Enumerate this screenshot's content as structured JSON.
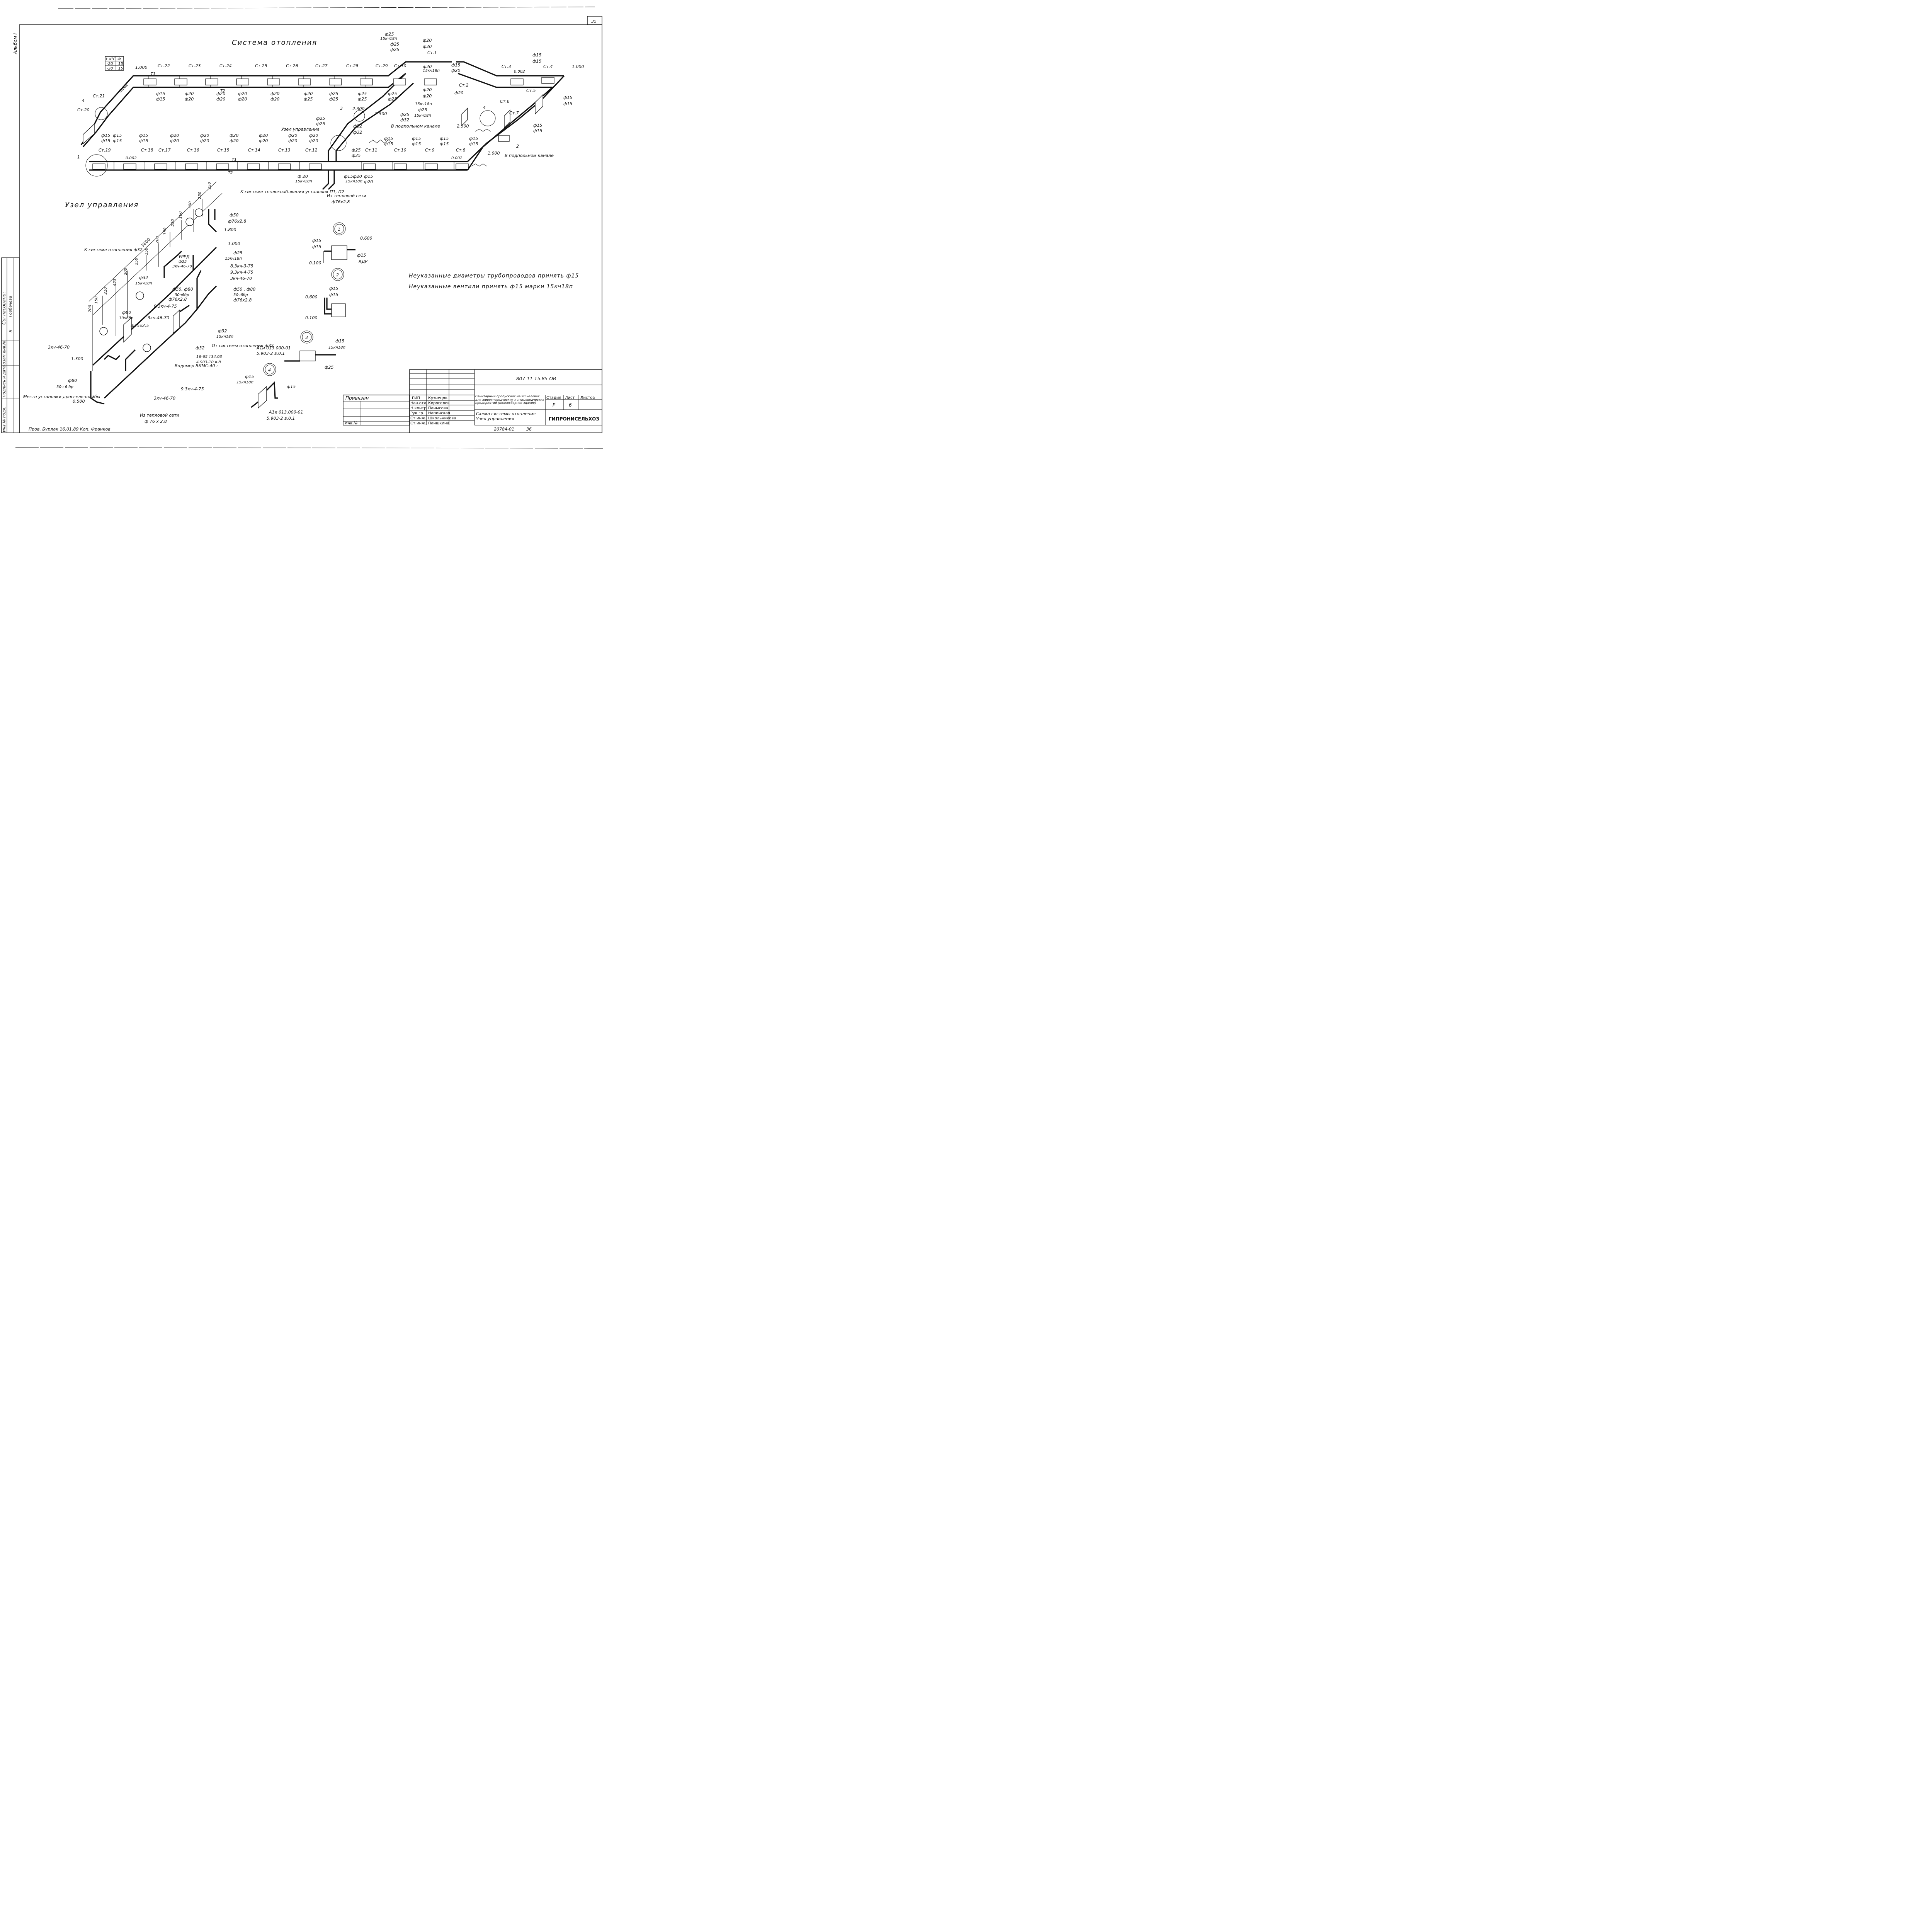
{
  "sheet_number": "35",
  "album": "Альбом I",
  "title_heating": "Система отопления",
  "title_unit": "Узел управления",
  "temp_table": {
    "head": [
      "t н°С",
      "Ф"
    ],
    "rows": [
      [
        "-20",
        "15"
      ],
      [
        "-30",
        "15"
      ]
    ]
  },
  "elevations": [
    "1.000",
    "1.000",
    "2.300",
    "2.500",
    "2.500",
    "1.000",
    "1.800",
    "1.000",
    "1.300",
    "0.500",
    "0.600",
    "0.100",
    "0.600",
    "0.100"
  ],
  "slopes": [
    "0.002",
    "0.002",
    "0.002",
    "0.002",
    "0.002"
  ],
  "risers_top": [
    "Ст.22",
    "Ст.23",
    "Ст.24",
    "Ст.25",
    "Ст.26",
    "Ст.27",
    "Ст.28",
    "Ст.29",
    "Ст.30",
    "Ст.1",
    "Ст.2",
    "Ст.3",
    "Ст.4",
    "Ст.5",
    "Ст.6",
    "Ст.7",
    "Ст.21",
    "Ст.20"
  ],
  "risers_bottom": [
    "Ст.19",
    "Ст.18",
    "Ст.17",
    "Ст.16",
    "Ст.15",
    "Ст.14",
    "Ст.13",
    "Ст.12",
    "Ст.11",
    "Ст.10",
    "Ст.9",
    "Ст.8"
  ],
  "pipe_marks": [
    "Т1",
    "Т2"
  ],
  "diam_top": [
    [
      "ф15",
      "ф15"
    ],
    [
      "ф20",
      "ф20"
    ],
    [
      "ф20",
      "ф20"
    ],
    [
      "ф20",
      "ф20"
    ],
    [
      "ф20",
      "ф20"
    ],
    [
      "ф20",
      "ф25"
    ],
    [
      "ф25",
      "ф25"
    ],
    [
      "ф25",
      "ф25"
    ],
    [
      "ф25",
      "ф25"
    ],
    [
      "ф25",
      "ф32"
    ]
  ],
  "diam_bottom": [
    [
      "ф15",
      "ф15"
    ],
    [
      "ф15",
      "ф15"
    ],
    [
      "ф15",
      "ф15"
    ],
    [
      "ф20",
      "ф20"
    ],
    [
      "ф20",
      "ф20"
    ],
    [
      "ф20",
      "ф20"
    ],
    [
      "ф20",
      "ф20"
    ],
    [
      "ф20",
      "ф20"
    ],
    [
      "ф20",
      "ф20"
    ]
  ],
  "diam_right": [
    [
      "ф15",
      "ф15"
    ],
    [
      "ф15",
      "ф15"
    ],
    [
      "ф15",
      "ф15"
    ],
    [
      "ф15",
      "ф15"
    ],
    [
      "ф15",
      "ф15"
    ]
  ],
  "diam_mid": [
    "ф25",
    "ф25",
    "ф32",
    "ф32",
    "ф25",
    "ф25",
    "ф20",
    "ф20",
    "ф20",
    "ф20"
  ],
  "valves_top": [
    "ф25",
    "15кч18п",
    "ф20",
    "ф25",
    "ф25",
    "ф20",
    "15кч18п",
    "ф20",
    "ф20",
    "ф20",
    "15кч18п",
    "ф25",
    "15кч18п",
    "ф15",
    "ф20",
    "ф20"
  ],
  "valves_bottom": [
    "ф 20",
    "15кч18п",
    "ф15ф20",
    "15кч18п",
    "ф15",
    "ф20"
  ],
  "callouts_heating": [
    "1",
    "2",
    "3",
    "4",
    "4"
  ],
  "channel_note": "В подпольном канале",
  "unit_label": "Узел управления",
  "from_network": "Из тепловой сети",
  "from_network_d": "ф76х2,8",
  "to_supply": "К системе теплоснаб-жения установок П1, П2",
  "to_heating": "К системе отопления ф32",
  "dims_unit": [
    "3600",
    "250",
    "250",
    "300",
    "160",
    "250",
    "150",
    "200",
    "150",
    "250",
    "200",
    "423",
    "210",
    "150",
    "200",
    "100",
    "250",
    "300",
    "150",
    "250",
    "350",
    "423",
    "400",
    "358",
    "200",
    "150",
    "250",
    "200",
    "100",
    "210",
    "250"
  ],
  "unit_labels": [
    "ф50",
    "ф76х2,8",
    "ф25",
    "15кч18п",
    "8.3кч-3-75",
    "9.3кч-4-75",
    "3кч-46-70",
    "ф50 , ф80",
    "30ч6бр",
    "ф76х2,8",
    "УРРД",
    "ф25",
    "3кч-46-70",
    "ф32",
    "15кч18п",
    "ф50, ф80",
    "30ч6бр",
    "ф76х2,8",
    "9.3кч-4-75",
    "ф80",
    "30ч6бр",
    "3кч-46-70",
    "ф45х2,5",
    "ф32",
    "15кч18п",
    "ф32",
    "От системы отопления ф32",
    "16-65 т34.03",
    "4.903-10 в.8",
    "3кч-46-70",
    "Водомер ВКМС-40 г",
    "ф80",
    "30ч 6 бр",
    "Место установки дроссель-шайбы",
    "9.3кч-4-75",
    "3кч-46-70",
    "Из тепловой сети",
    "ф 76 х 2,8"
  ],
  "detail1": {
    "num": "1",
    "d1": "ф15",
    "d2": "ф15",
    "elev_top": "0.600",
    "elev_bot": "0.100",
    "valve": "ф15",
    "valve_type": "КДР"
  },
  "detail2": {
    "num": "2",
    "d1": "ф15",
    "d2": "ф15",
    "elev_top": "0.600",
    "elev_bot": "0.100"
  },
  "detail3": {
    "num": "3",
    "ref1": "А1и 013.000-01",
    "ref2": "5.903-2 в.0.1",
    "d1": "ф15",
    "valve": "15кч18п",
    "d2": "ф25"
  },
  "detail4": {
    "num": "4",
    "d1": "ф15",
    "valve": "15кч18п",
    "d2": "ф15",
    "ref1": "А1и 013.000-01",
    "ref2": "5.903-2 в.0,1"
  },
  "note1": "Неуказанные диаметры трубопроводов принять ф15",
  "note2": "Неуказанные вентили принять ф15 марки 15кч18п",
  "side_agreed": "Согласовано:",
  "side_name": "Горбачева",
  "side_letter": "Я",
  "side_cells": [
    "Инв.№ подл.",
    "Подпись и дата",
    "Взам.инв.№"
  ],
  "title_block": {
    "code": "807-11-15.85-ОВ",
    "privyazan": "Привязан",
    "inv": "Инв.№",
    "roles": [
      "ГИП",
      "Нач.отд.",
      "Н.контр.",
      "Рук.гр.",
      "Ст.инж.",
      "Ст.инж."
    ],
    "names": [
      "Кузнецов",
      "Корогелев",
      "Панысова",
      "Напинская",
      "Школьникова",
      "Паншкина"
    ],
    "project": "Санитарный пропускник на 90 человек для животноводческих и птицеводческих предприятий (полносборное здание)",
    "sheet_title": "Схема системы отопления Узел управления",
    "stage_head": [
      "Стадия",
      "Лист",
      "Листов"
    ],
    "stage": "Р",
    "sheet": "6",
    "sheets": "",
    "org": "ГИПРОНИСЕЛЬХОЗ",
    "footer": "20784-01",
    "footer_page": "36"
  },
  "signature_line": "Пров. Бурлак 16.01.89 Коп. Франков"
}
